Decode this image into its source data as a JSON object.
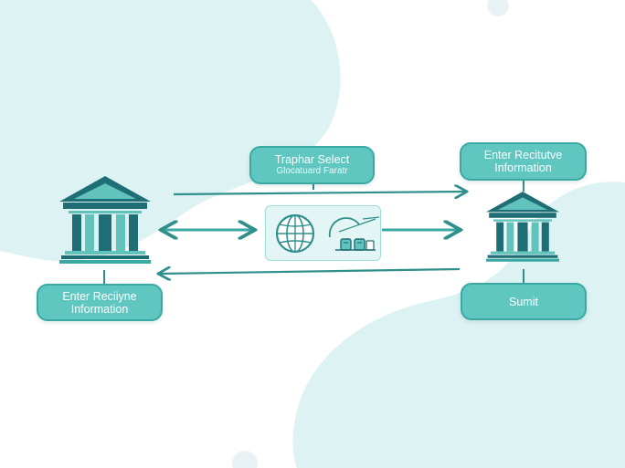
{
  "colors": {
    "background": "#ffffff",
    "blob": "#dcf2f3",
    "accent": "#5fc6c0",
    "accent_border": "#3aa9a3",
    "arrow": "#2f8f8b",
    "bank_dark": "#1f6e76",
    "bank_light": "#62c3bd"
  },
  "nodes": {
    "top_center": {
      "line1": "Traphar Select",
      "line2": "Glocatuard Faratr"
    },
    "top_right": {
      "line1": "Enter Recitutve",
      "line2": "Information"
    },
    "left": {
      "line1": "Enter Reciiyne",
      "line2": "Information"
    },
    "right": {
      "line1": "Sumit"
    }
  },
  "icons": {
    "left_bank": "bank-icon",
    "right_bank": "bank-icon",
    "globe": "globe-icon",
    "transfer_device": "transfer-device-icon"
  }
}
